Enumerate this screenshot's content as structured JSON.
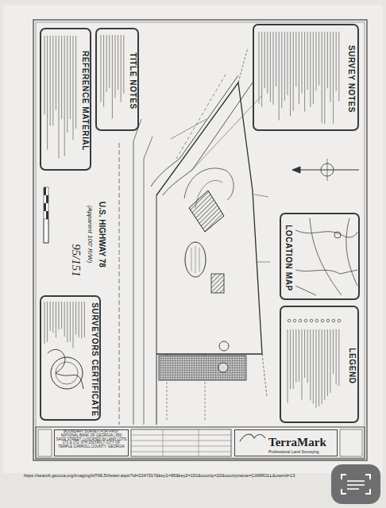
{
  "diagram": {
    "nodes": [
      {
        "text": [
          "SURVEY NOTES"
        ]
      },
      {
        "text": [
          "TITLE NOTES"
        ]
      },
      {
        "text": [
          "REFERENCE MATERIAL"
        ]
      },
      {
        "text": [
          "LOCATION MAP"
        ]
      },
      {
        "text": [
          "LEGEND"
        ]
      },
      {
        "text": [
          "SURVEYORS CERTIFICATE"
        ]
      },
      {
        "text": [
          "BOUNDARY SURVEY FOR FIRST NATIONAL BANK OF GEORGIA ( 650 SAGE STREET ) LOCATED IN LAND LOTS 171 & 172, 6TH DISTRICT CITY OF TEMPLE CARROLL COUNTY, GEORGIA"
        ]
      },
      {
        "text": [
          "TerraMark",
          "Professional Land Surveying"
        ]
      }
    ],
    "labels": [
      "U.S. HIGHWAY 78",
      "(Apparent 100' R/W)",
      "95/151",
      "https://search.gsccca.org/Imaging/HTML5Viewer.aspx?id=2247317&key1=95&key2=151&county=22&countyname=CARROLL&userid=13"
    ]
  }
}
